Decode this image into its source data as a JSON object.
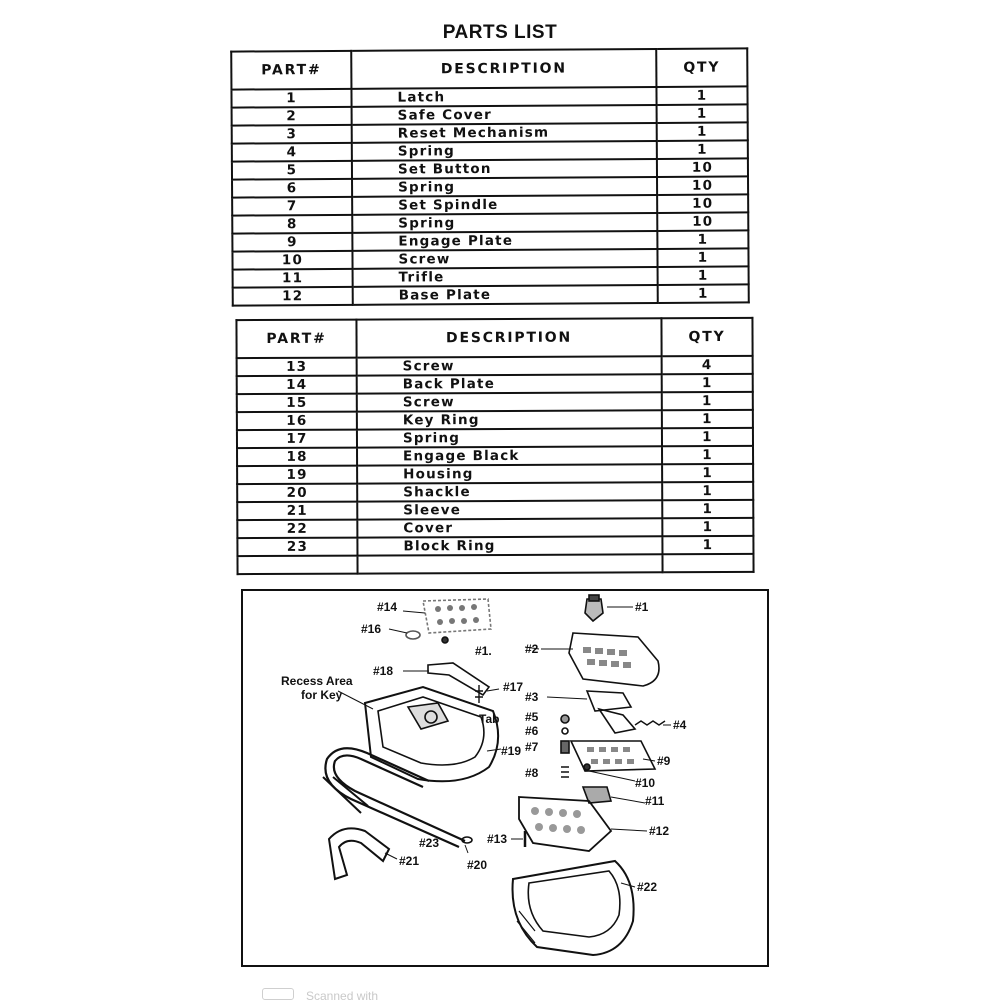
{
  "title": "PARTS LIST",
  "headers": {
    "part": "PART#",
    "description": "DESCRIPTION",
    "qty": "QTY"
  },
  "table1": [
    {
      "part": "1",
      "description": "Latch",
      "qty": "1"
    },
    {
      "part": "2",
      "description": "Safe Cover",
      "qty": "1"
    },
    {
      "part": "3",
      "description": "Reset Mechanism",
      "qty": "1"
    },
    {
      "part": "4",
      "description": "Spring",
      "qty": "1"
    },
    {
      "part": "5",
      "description": "Set Button",
      "qty": "10"
    },
    {
      "part": "6",
      "description": "Spring",
      "qty": "10"
    },
    {
      "part": "7",
      "description": "Set Spindle",
      "qty": "10"
    },
    {
      "part": "8",
      "description": "Spring",
      "qty": "10"
    },
    {
      "part": "9",
      "description": "Engage Plate",
      "qty": "1"
    },
    {
      "part": "10",
      "description": "Screw",
      "qty": "1"
    },
    {
      "part": "11",
      "description": "Trifle",
      "qty": "1"
    },
    {
      "part": "12",
      "description": "Base Plate",
      "qty": "1"
    }
  ],
  "table2": [
    {
      "part": "13",
      "description": "Screw",
      "qty": "4"
    },
    {
      "part": "14",
      "description": "Back Plate",
      "qty": "1"
    },
    {
      "part": "15",
      "description": "Screw",
      "qty": "1"
    },
    {
      "part": "16",
      "description": "Key Ring",
      "qty": "1"
    },
    {
      "part": "17",
      "description": "Spring",
      "qty": "1"
    },
    {
      "part": "18",
      "description": "Engage Black",
      "qty": "1"
    },
    {
      "part": "19",
      "description": "Housing",
      "qty": "1"
    },
    {
      "part": "20",
      "description": "Shackle",
      "qty": "1"
    },
    {
      "part": "21",
      "description": "Sleeve",
      "qty": "1"
    },
    {
      "part": "22",
      "description": "Cover",
      "qty": "1"
    },
    {
      "part": "23",
      "description": "Block Ring",
      "qty": "1"
    },
    {
      "part": "",
      "description": "",
      "qty": ""
    }
  ],
  "diagram": {
    "labels": {
      "p1": "#1",
      "p2": "#2",
      "p3": "#3",
      "p4": "#4",
      "p5": "#5",
      "p6": "#6",
      "p7": "#7",
      "p8": "#8",
      "p9": "#9",
      "p10": "#10",
      "p11": "#11",
      "p12": "#12",
      "p13": "#13",
      "p14": "#14",
      "p15": "#1.",
      "p16": "#16",
      "p17": "#17",
      "p18": "#18",
      "p19": "#19",
      "p20": "#20",
      "p21": "#21",
      "p22": "#22",
      "p23": "#23",
      "tab": "Tab",
      "recess1": "Recess Area",
      "recess2": "for Key"
    }
  },
  "footer": "Scanned with"
}
